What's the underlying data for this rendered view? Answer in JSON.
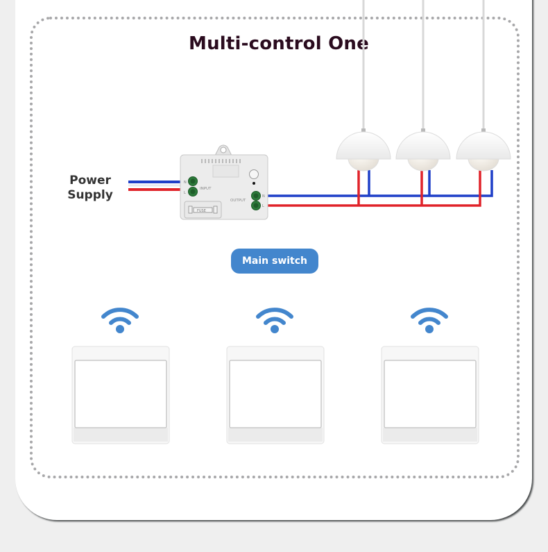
{
  "title": "Multi-control One",
  "power_supply": {
    "line1": "Power",
    "line2": "Supply"
  },
  "module": {
    "input_label": "INPUT",
    "output_label": "OUTPUT",
    "fuse_label": "FUSE",
    "terminal_n": "N",
    "terminal_l": "L"
  },
  "main_switch_label": "Main switch",
  "colors": {
    "neutral_wire": "#1f3fc8",
    "live_wire": "#e0232a",
    "accent": "#4386cd",
    "terminal": "#2c7a3a",
    "title": "#2a0b1e"
  },
  "lamps": [
    {
      "name": "lamp-1"
    },
    {
      "name": "lamp-2"
    },
    {
      "name": "lamp-3"
    }
  ],
  "switches": [
    {
      "name": "wireless-switch-1"
    },
    {
      "name": "wireless-switch-2"
    },
    {
      "name": "wireless-switch-3"
    }
  ]
}
